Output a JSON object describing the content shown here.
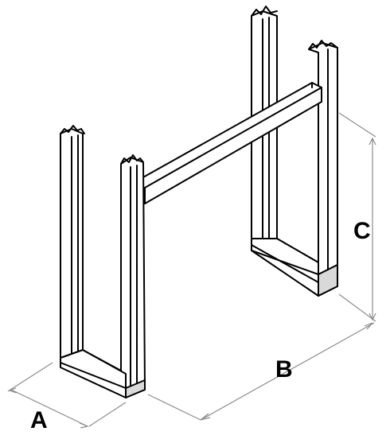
{
  "diagram": {
    "colors": {
      "line": "#000000",
      "dimension": "#8c8c8c",
      "fill": "#ffffff",
      "shade": "#d9d9d9"
    },
    "dimensions": {
      "a": {
        "label": "A"
      },
      "b": {
        "label": "B"
      },
      "c": {
        "label": "C"
      }
    }
  }
}
